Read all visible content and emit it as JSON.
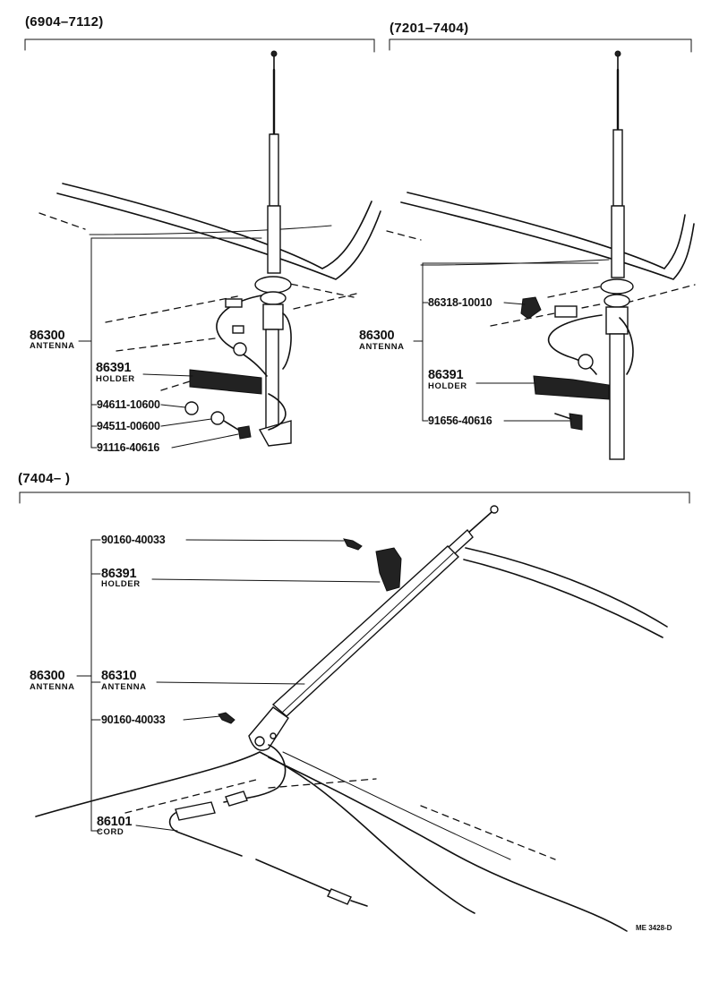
{
  "sections": {
    "s1": {
      "range": "(6904–7112)"
    },
    "s2": {
      "range": "(7201–7404)"
    },
    "s3": {
      "range": "(7404–        )"
    }
  },
  "parts": {
    "s1_antenna": {
      "number": "86300",
      "name": "ANTENNA"
    },
    "s1_holder": {
      "number": "86391",
      "name": "HOLDER"
    },
    "s1_p1": {
      "number": "94611-10600"
    },
    "s1_p2": {
      "number": "94511-00600"
    },
    "s1_p3": {
      "number": "91116-40616"
    },
    "s2_p1": {
      "number": "86318-10010"
    },
    "s2_antenna": {
      "number": "86300",
      "name": "ANTENNA"
    },
    "s2_holder": {
      "number": "86391",
      "name": "HOLDER"
    },
    "s2_p2": {
      "number": "91656-40616"
    },
    "s3_screw1": {
      "number": "90160-40033"
    },
    "s3_holder": {
      "number": "86391",
      "name": "HOLDER"
    },
    "s3_antenna_assy": {
      "number": "86300",
      "name": "ANTENNA"
    },
    "s3_antenna": {
      "number": "86310",
      "name": "ANTENNA"
    },
    "s3_screw2": {
      "number": "90160-40033"
    },
    "s3_cord": {
      "number": "86101",
      "name": "CORD"
    }
  },
  "drawing_code": "ME 3428-D"
}
